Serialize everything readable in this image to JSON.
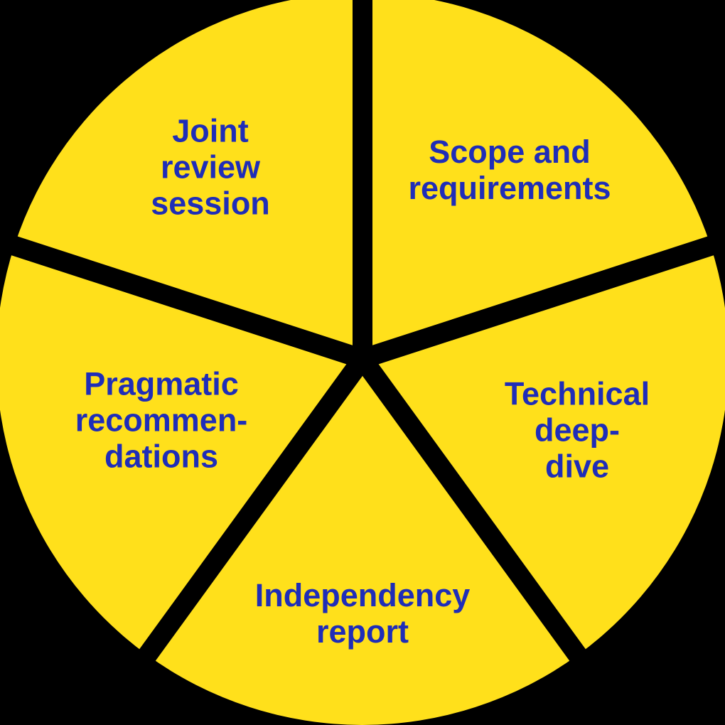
{
  "diagram": {
    "type": "process-wheel",
    "segment_count": 5,
    "colors": {
      "background": "#000000",
      "slice": "#FFE01B",
      "label": "#1F2DB8"
    },
    "segments": [
      {
        "id": "joint-review-session",
        "label": "Joint\nreview\nsession"
      },
      {
        "id": "scope-and-requirements",
        "label": "Scope and\nrequirements"
      },
      {
        "id": "technical-deep-dive",
        "label": "Technical\ndeep-dive"
      },
      {
        "id": "independency-report",
        "label": "Independency\nreport"
      },
      {
        "id": "pragmatic-recommendations",
        "label": "Pragmatic\nrecommen-\ndations"
      }
    ]
  }
}
